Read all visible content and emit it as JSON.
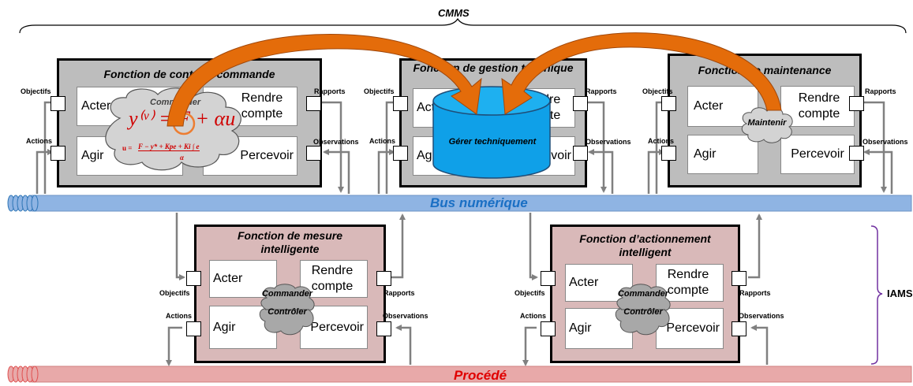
{
  "top_label": "CMMS",
  "side_label": "IAMS",
  "bus": {
    "label": "Bus numérique",
    "color": "#1a6fc4"
  },
  "process": {
    "label": "Procédé",
    "color": "#e00000"
  },
  "blocks": {
    "controle": {
      "title": "Fonction de contrôle-commande",
      "acter": "Acter",
      "rendre": "Rendre compte",
      "agir": "Agir",
      "percevoir": "Percevoir",
      "cloud": "Commander"
    },
    "gestion": {
      "title": "Fonction de gestion technique",
      "acter": "Acter",
      "rendre": "Rendre compte",
      "agir": "Agir",
      "percevoir": "Percevoir",
      "cylinder": "Gérer techniquement"
    },
    "maintenance": {
      "title": "Fonction de maintenance",
      "acter": "Acter",
      "rendre": "Rendre compte",
      "agir": "Agir",
      "percevoir": "Percevoir",
      "cloud": "Maintenir"
    },
    "mesure": {
      "title": "Fonction de mesure intelligente",
      "acter": "Acter",
      "rendre": "Rendre compte",
      "agir": "Agir",
      "percevoir": "Percevoir",
      "cloud1": "Commander",
      "cloud2": "Contrôler"
    },
    "actionnement": {
      "title": "Fonction d’actionnement intelligent",
      "acter": "Acter",
      "rendre": "Rendre compte",
      "agir": "Agir",
      "percevoir": "Percevoir",
      "cloud1": "Commander",
      "cloud2": "Contrôler"
    }
  },
  "ports": {
    "objectifs": "Objectifs",
    "actions": "Actions",
    "rapports": "Rapports",
    "observations": "Observations"
  },
  "formula": {
    "main": "y⁽ᵛ⁾ = F + αu",
    "numerator": "F − y* + Kpe + Ki ∫ e",
    "denominator": "α",
    "prefix": "u ="
  }
}
